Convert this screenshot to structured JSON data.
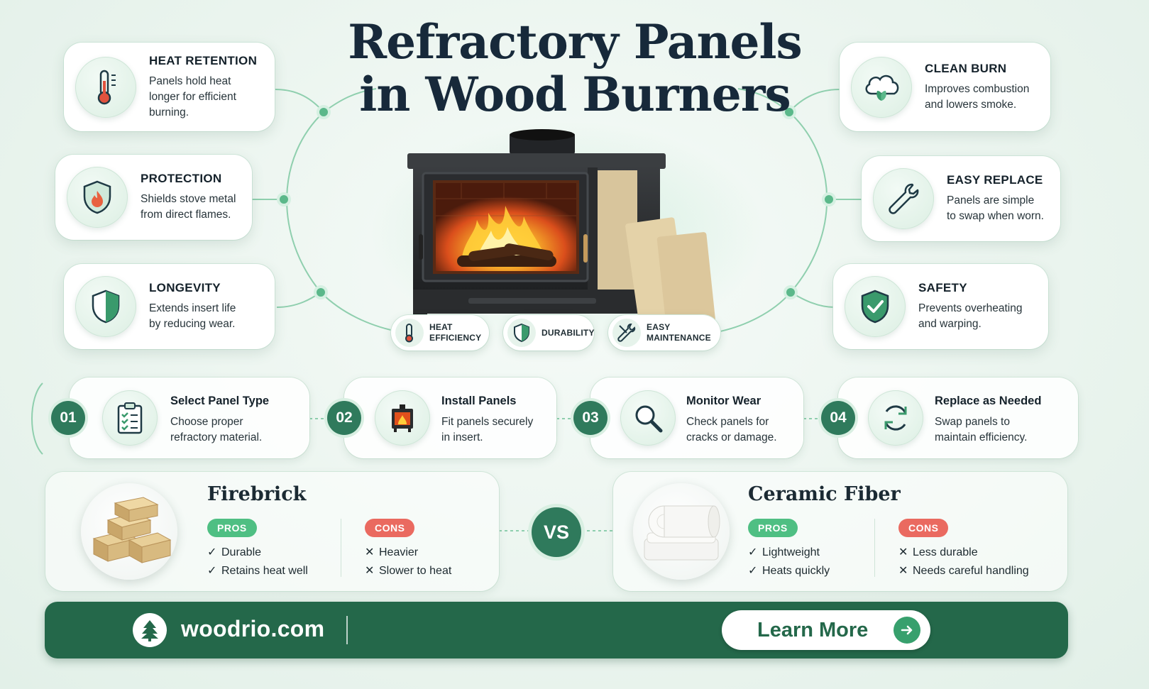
{
  "title": {
    "line1": "Refractory Panels",
    "line2": "in Wood Burners"
  },
  "features_left": [
    {
      "heading": "HEAT RETENTION",
      "lines": [
        "Panels hold heat",
        "longer for efficient",
        "burning."
      ],
      "icon": "thermometer-icon"
    },
    {
      "heading": "PROTECTION",
      "lines": [
        "Shields stove metal",
        "from direct flames."
      ],
      "icon": "shield-flame-icon"
    },
    {
      "heading": "LONGEVITY",
      "lines": [
        "Extends insert life",
        "by reducing wear."
      ],
      "icon": "shield-icon"
    }
  ],
  "features_right": [
    {
      "heading": "CLEAN BURN",
      "lines": [
        "Improves combustion",
        "and lowers smoke."
      ],
      "icon": "cloud-leaf-icon"
    },
    {
      "heading": "EASY REPLACE",
      "lines": [
        "Panels are simple",
        "to swap when worn."
      ],
      "icon": "wrench-icon"
    },
    {
      "heading": "SAFETY",
      "lines": [
        "Prevents overheating",
        "and warping."
      ],
      "icon": "shield-check-icon"
    }
  ],
  "pills": [
    {
      "lines": [
        "HEAT",
        "EFFICIENCY"
      ],
      "icon": "thermometer-icon"
    },
    {
      "lines": [
        "DURABILITY"
      ],
      "icon": "shield-icon"
    },
    {
      "lines": [
        "EASY",
        "MAINTENANCE"
      ],
      "icon": "tools-icon"
    }
  ],
  "steps": [
    {
      "num": "01",
      "title": "Select Panel Type",
      "lines": [
        "Choose proper",
        "refractory material."
      ],
      "icon": "clipboard-icon"
    },
    {
      "num": "02",
      "title": "Install Panels",
      "lines": [
        "Fit panels securely",
        "in insert."
      ],
      "icon": "stove-icon"
    },
    {
      "num": "03",
      "title": "Monitor Wear",
      "lines": [
        "Check panels for",
        "cracks or damage."
      ],
      "icon": "magnifier-icon"
    },
    {
      "num": "04",
      "title": "Replace as Needed",
      "lines": [
        "Swap panels to",
        "maintain efficiency."
      ],
      "icon": "refresh-icon"
    }
  ],
  "compare": {
    "vs_label": "VS",
    "left": {
      "title": "Firebrick",
      "pros_label": "PROS",
      "cons_label": "CONS",
      "pros": [
        "Durable",
        "Retains heat well"
      ],
      "cons": [
        "Heavier",
        "Slower to heat"
      ],
      "image": "firebrick-stack"
    },
    "right": {
      "title": "Ceramic Fiber",
      "pros_label": "PROS",
      "cons_label": "CONS",
      "pros": [
        "Lightweight",
        "Heats quickly"
      ],
      "cons": [
        "Less durable",
        "Needs careful handling"
      ],
      "image": "ceramic-fiber-roll"
    },
    "check_mark": "✓",
    "cross_mark": "✕"
  },
  "footer": {
    "site": "woodrio.com",
    "cta": "Learn More",
    "logo_icon": "tree-icon",
    "arrow_icon": "arrow-right-icon"
  },
  "colors": {
    "brand_green": "#2f7a5c",
    "footer_green": "#24684a",
    "pros_green": "#4fbf83",
    "cons_red": "#ea6a60",
    "title_navy": "#17293a"
  }
}
